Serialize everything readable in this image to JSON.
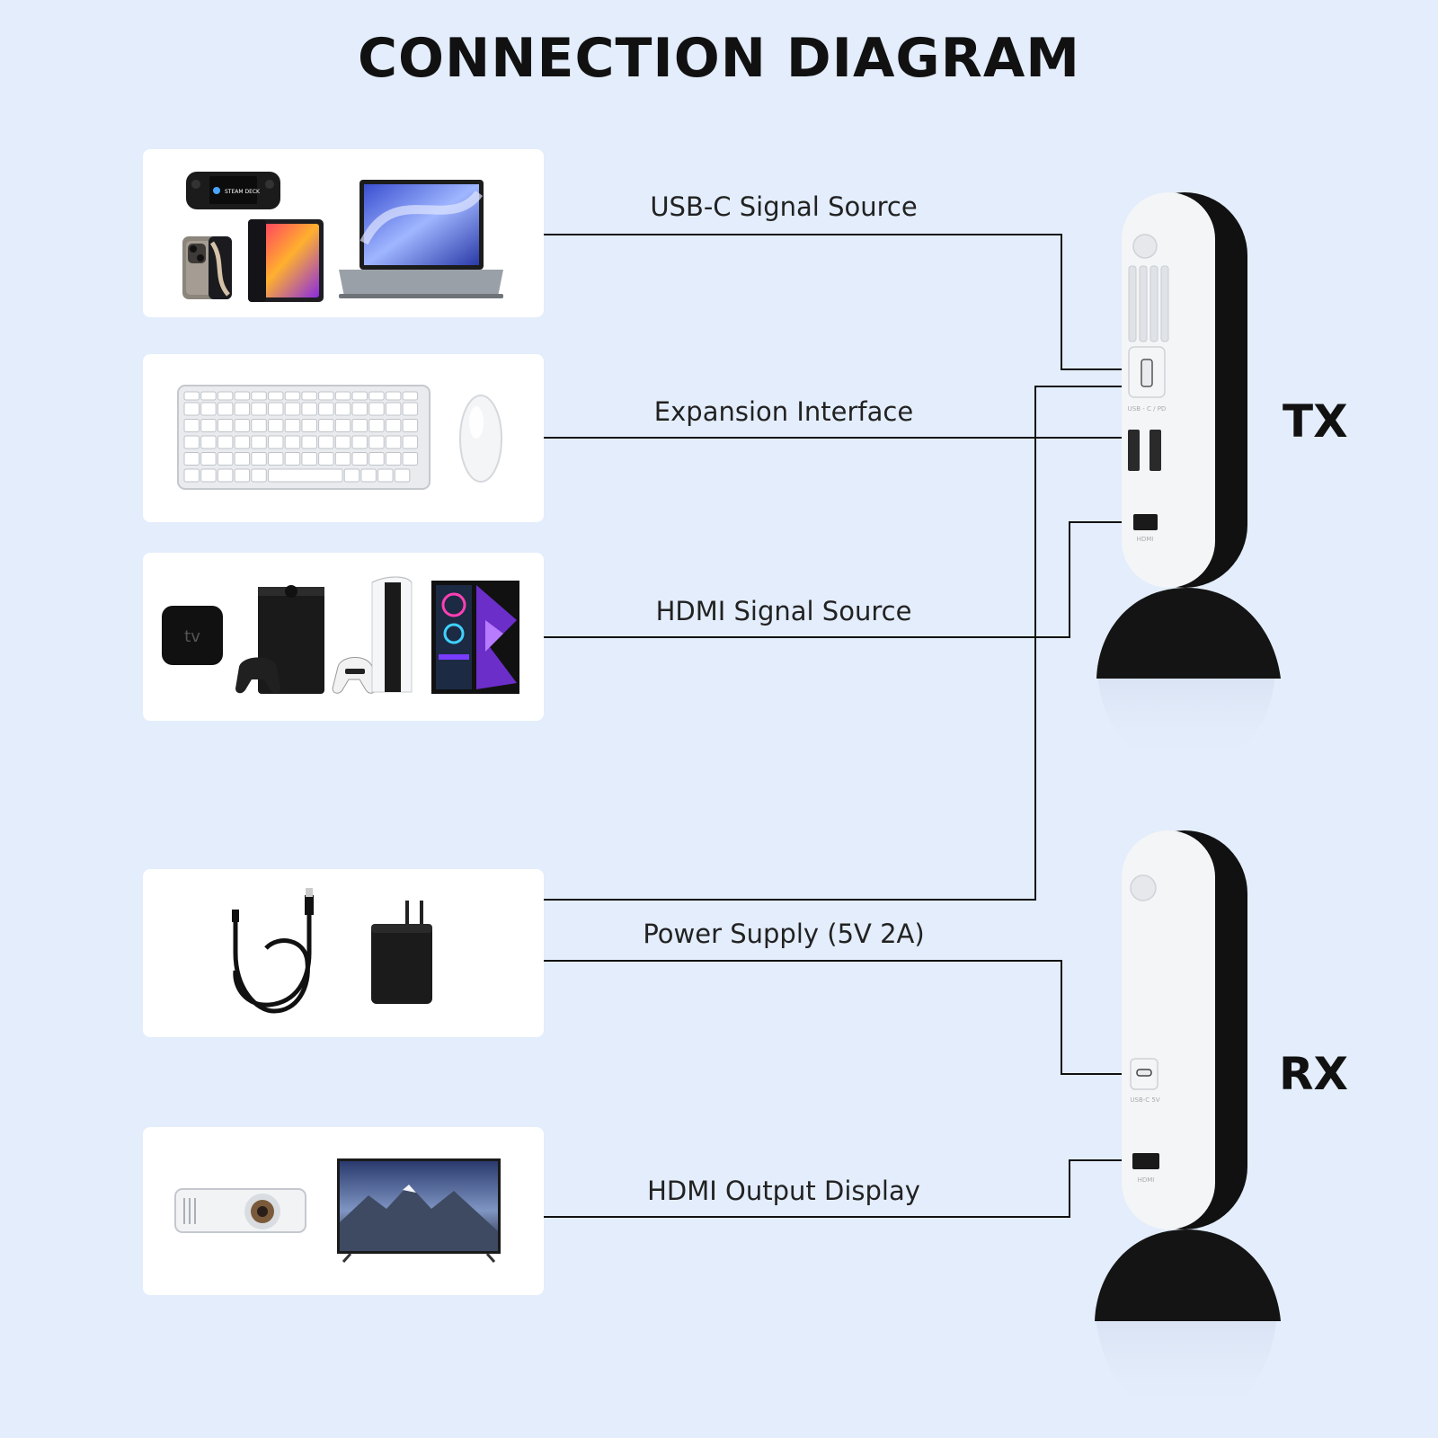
{
  "title": "CONNECTION DIAGRAM",
  "connections": {
    "usb_c_source": "USB-C Signal Source",
    "expansion": "Expansion Interface",
    "hdmi_source": "HDMI Signal Source",
    "power": "Power Supply (5V 2A)",
    "hdmi_output": "HDMI Output Display"
  },
  "units": {
    "tx": "TX",
    "rx": "RX"
  },
  "device_text": {
    "steam_deck": "STEAM DECK",
    "apple_tv": "tv",
    "tx_usb_port": "USB - C / PD",
    "tx_hdmi_port": "HDMI",
    "rx_usb_port": "USB-C 5V",
    "rx_hdmi_port": "HDMI"
  },
  "icons": {
    "card1": [
      "handheld-console-icon",
      "smartphone-icon",
      "tablet-icon",
      "laptop-icon"
    ],
    "card2": [
      "keyboard-icon",
      "mouse-icon"
    ],
    "card3": [
      "tv-box-icon",
      "xbox-console-icon",
      "game-controller-icon",
      "playstation-console-icon",
      "gaming-pc-icon"
    ],
    "card4": [
      "usb-cable-icon",
      "power-adapter-icon"
    ],
    "card5": [
      "projector-icon",
      "television-icon"
    ]
  }
}
